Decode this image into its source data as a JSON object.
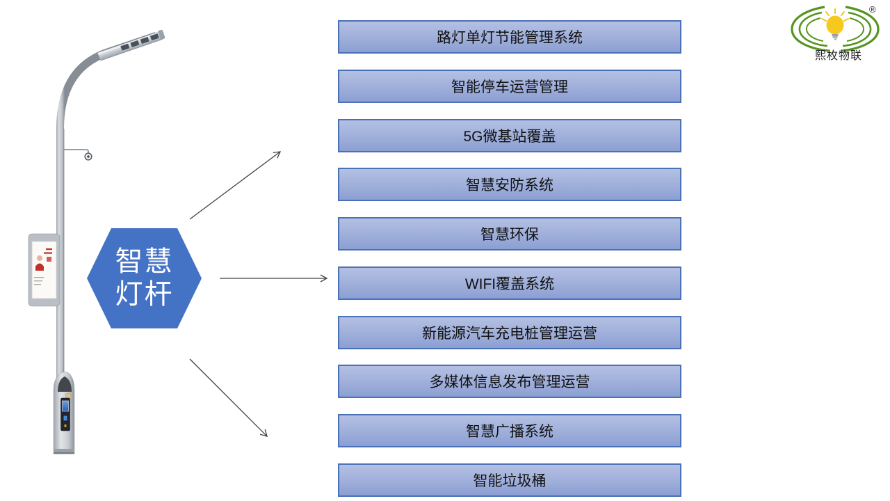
{
  "slide": {
    "hexagon": {
      "line1": "智慧",
      "line2": "灯杆"
    },
    "features": [
      "路灯单灯节能管理系统",
      "智能停车运营管理",
      "5G微基站覆盖",
      "智慧安防系统",
      "智慧环保",
      "WIFI覆盖系统",
      "新能源汽车充电桩管理运营",
      "多媒体信息发布管理运营",
      "智慧广播系统",
      "智能垃圾桶"
    ],
    "logo": {
      "company": "熙枚物联",
      "registered_mark": "®"
    },
    "colors": {
      "hexagon_fill": "#4472C4",
      "box_border": "#4A70B8",
      "box_gradient_top": "#B4C0E3",
      "box_gradient_bottom": "#8C9FD3",
      "box_text": "#111111",
      "arrow": "#404040",
      "logo_green": "#55941F",
      "bulb_yellow": "#F7C91F",
      "pole_gray": "#C0C5CB"
    }
  }
}
